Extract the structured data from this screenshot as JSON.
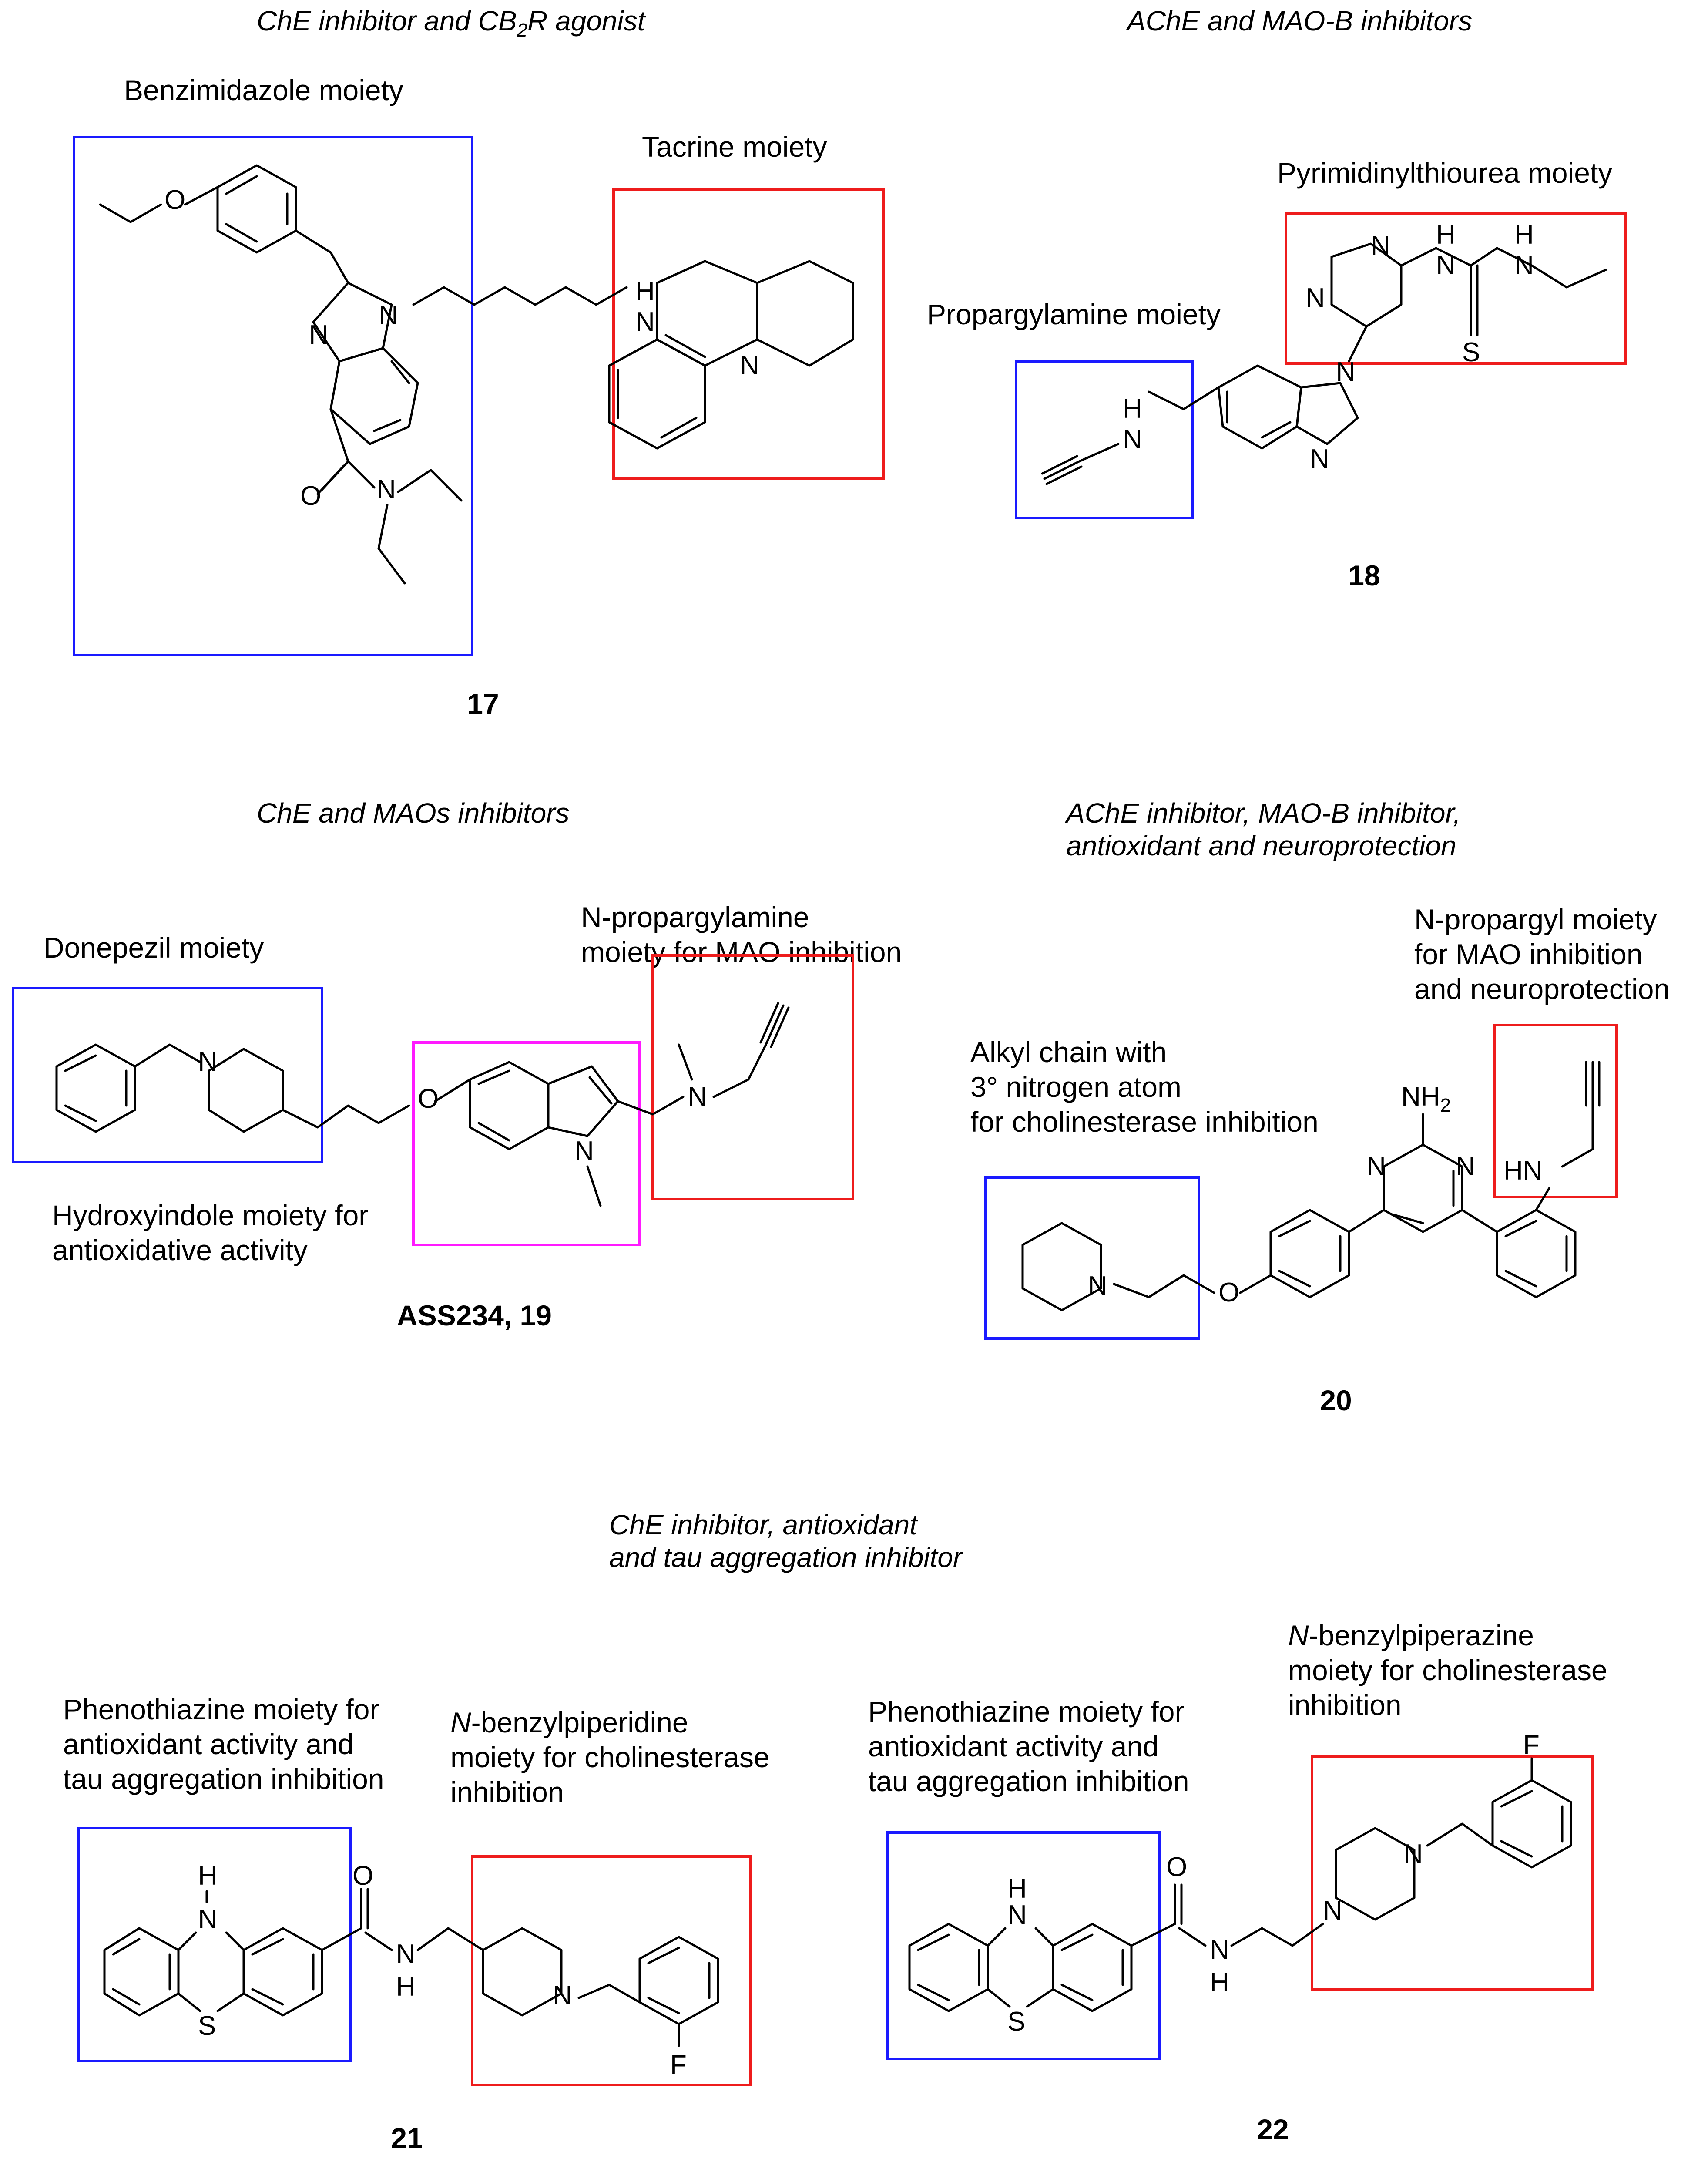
{
  "colors": {
    "blue_box": "#1a1aff",
    "red_box": "#ee1c1c",
    "magenta_box": "#ff1aff"
  },
  "panels": {
    "c17": {
      "title_pre": "ChE inhibitor and CB",
      "title_sub": "2",
      "title_post": "R agonist",
      "label_blue": "Benzimidazole moiety",
      "label_red": "Tacrine moiety",
      "number": "17",
      "atoms": {
        "o_ether": "O",
        "n_imid1": "N",
        "n_imid2": "N",
        "o_amide": "O",
        "n_amide": "N",
        "h_amine": "H",
        "n_amine": "N",
        "n_acridine": "N"
      }
    },
    "c18": {
      "title": "AChE and MAO-B inhibitors",
      "label_red": "Pyrimidinylthiourea moiety",
      "label_blue": "Propargylamine moiety",
      "number": "18",
      "atoms": {
        "n_pyr1": "N",
        "n_pyr2": "N",
        "h_thio1": "H",
        "n_thio1": "N",
        "h_thio2": "H",
        "n_thio2": "N",
        "s": "S",
        "h_prop": "H",
        "n_prop": "N",
        "n_imid1": "N",
        "n_imid2": "N"
      }
    },
    "c19": {
      "title": "ChE and MAOs inhibitors",
      "label_blue": "Donepezil moiety",
      "label_red_1": "N-propargylamine",
      "label_red_2": "moiety for MAO inhibition",
      "label_magenta_1": "Hydroxyindole moiety for",
      "label_magenta_2": "antioxidative activity",
      "number": "ASS234, 19",
      "atoms": {
        "n_pip": "N",
        "o": "O",
        "n_indole": "N",
        "n_amine": "N"
      }
    },
    "c20": {
      "title_1": "AChE inhibitor, MAO-B inhibitor,",
      "title_2": "antioxidant and neuroprotection",
      "label_red_1": "N-propargyl moiety",
      "label_red_2": "for MAO inhibition",
      "label_red_3": "and neuroprotection",
      "label_blue_1": "Alkyl chain with",
      "label_blue_2": "3° nitrogen atom",
      "label_blue_3": "for cholinesterase inhibition",
      "number": "20",
      "atoms": {
        "nh2": "NH",
        "nh2_sub": "2",
        "n_pyr1": "N",
        "n_pyr2": "N",
        "hn": "HN",
        "n_pip": "N",
        "o": "O"
      }
    },
    "section3": {
      "title_1": "ChE inhibitor, antioxidant",
      "title_2": "and tau aggregation inhibitor"
    },
    "c21": {
      "label_blue_1": "Phenothiazine moiety for",
      "label_blue_2": "antioxidant activity and",
      "label_blue_3": "tau aggregation inhibition",
      "label_red_1_italic": "N",
      "label_red_1_rest": "-benzylpiperidine",
      "label_red_2": "moiety for cholinesterase",
      "label_red_3": "inhibition",
      "number": "21",
      "atoms": {
        "h_nh": "H",
        "n_nh": "N",
        "s": "S",
        "o": "O",
        "n_amide": "N",
        "h_amide": "H",
        "n_pip": "N",
        "f": "F"
      }
    },
    "c22": {
      "label_blue_1": "Phenothiazine moiety for",
      "label_blue_2": "antioxidant activity and",
      "label_blue_3": "tau aggregation inhibition",
      "label_red_1_italic": "N",
      "label_red_1_rest": "-benzylpiperazine",
      "label_red_2": "moiety for cholinesterase",
      "label_red_3": "inhibition",
      "number": "22",
      "atoms": {
        "h_nh": "H",
        "n_nh": "N",
        "s": "S",
        "o": "O",
        "n_amide": "N",
        "h_amide": "H",
        "n_pz1": "N",
        "n_pz2": "N",
        "f": "F"
      }
    }
  }
}
